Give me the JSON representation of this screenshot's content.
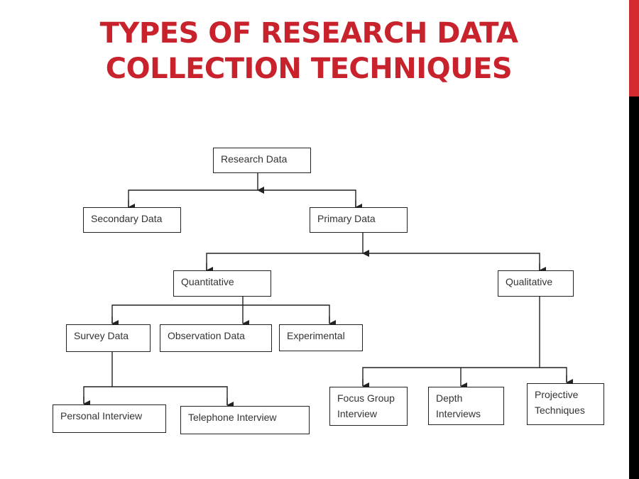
{
  "slide": {
    "title_lines": [
      "TYPES OF RESEARCH DATA",
      "COLLECTION TECHNIQUES"
    ],
    "colors": {
      "title": "#c8232c",
      "accent_bar_top": "#d42b2f",
      "accent_bar_bottom": "#000000",
      "node_border": "#222222",
      "node_text": "#333333",
      "connector": "#222222"
    }
  },
  "diagram": {
    "root": "Research Data",
    "nodes": {
      "research_data": "Research Data",
      "secondary_data": "Secondary Data",
      "primary_data": "Primary Data",
      "quantitative": "Quantitative",
      "qualitative": "Qualitative",
      "survey_data": "Survey Data",
      "observation_data": "Observation Data",
      "experimental": "Experimental",
      "personal_interview": "Personal Interview",
      "telephone_interview": "Telephone Interview",
      "focus_group_l1": "Focus Group",
      "focus_group_l2": "Interview",
      "depth_l1": "Depth",
      "depth_l2": "Interviews",
      "projective_l1": "Projective",
      "projective_l2": "Techniques"
    },
    "edges": [
      [
        "Research Data",
        "Secondary Data"
      ],
      [
        "Research Data",
        "Primary Data"
      ],
      [
        "Primary Data",
        "Quantitative"
      ],
      [
        "Primary Data",
        "Qualitative"
      ],
      [
        "Quantitative",
        "Survey Data"
      ],
      [
        "Quantitative",
        "Observation Data"
      ],
      [
        "Quantitative",
        "Experimental"
      ],
      [
        "Survey Data",
        "Personal Interview"
      ],
      [
        "Survey Data",
        "Telephone Interview"
      ],
      [
        "Qualitative",
        "Focus Group Interview"
      ],
      [
        "Qualitative",
        "Depth Interviews"
      ],
      [
        "Qualitative",
        "Projective Techniques"
      ]
    ]
  }
}
